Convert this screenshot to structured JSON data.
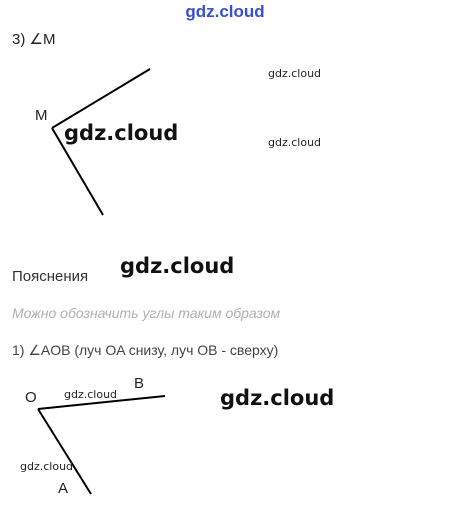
{
  "watermarks": {
    "top": "gdz.cloud",
    "items": [
      "gdz.cloud",
      "gdz.cloud",
      "gdz.cloud",
      "gdz.cloud",
      "gdz.cloud",
      "gdz.cloud",
      "gdz.cloud"
    ]
  },
  "section3": {
    "title": "3) ∠M",
    "vertex_label": "M"
  },
  "explanation": {
    "heading": "Пояснения",
    "faded_text": "Можно обозначить углы таким образом",
    "item1": "1) ∠AOB (луч OA снизу, луч OB - сверху)"
  },
  "section1": {
    "vertex_label": "O",
    "label_b": "B",
    "label_a": "A"
  },
  "colors": {
    "watermark_top": "#3a4fd0",
    "line": "#000000"
  }
}
